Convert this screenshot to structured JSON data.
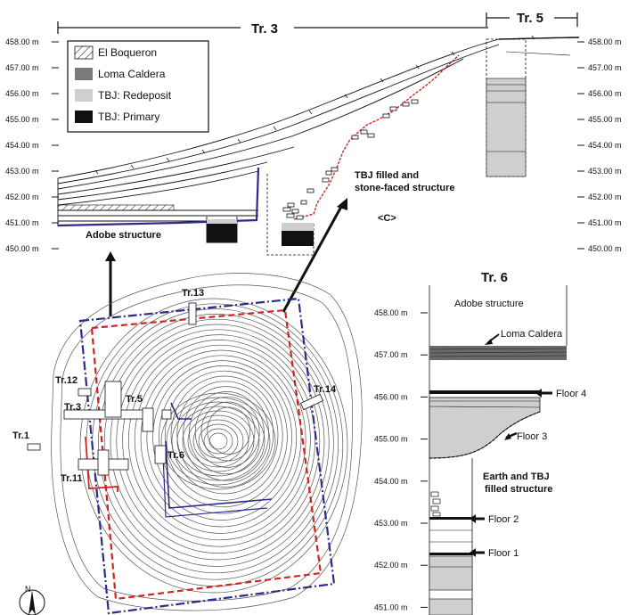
{
  "headers": {
    "tr3": "Tr. 3",
    "tr5": "Tr. 5",
    "tr6": "Tr. 6"
  },
  "legend": [
    {
      "label": "El Boqueron",
      "fill": "hatch"
    },
    {
      "label": "Loma Caldera",
      "fill": "#7a7a7a"
    },
    {
      "label": "TBJ: Redeposit",
      "fill": "#cfcfcf"
    },
    {
      "label": "TBJ: Primary",
      "fill": "#111111"
    }
  ],
  "elevations_top": [
    "458.00 m",
    "457.00 m",
    "456.00 m",
    "455.00 m",
    "454.00 m",
    "453.00 m",
    "452.00 m",
    "451.00 m",
    "450.00 m"
  ],
  "elevations_tr6": [
    "458.00 m",
    "457.00 m",
    "456.00 m",
    "455.00 m",
    "454.00 m",
    "453.00 m",
    "452.00 m",
    "451.00 m"
  ],
  "annotations": {
    "adobe_structure": "Adobe structure",
    "tbj_filled_line1": "TBJ filled and",
    "tbj_filled_line2": "stone-faced structure",
    "section_c": "<C>",
    "tr6_adobe": "Adobe structure",
    "loma_caldera": "Loma Caldera",
    "floor4": "Floor 4",
    "floor3": "Floor 3",
    "earth_line1": "Earth and TBJ",
    "earth_line2": "filled structure",
    "floor2": "Floor 2",
    "floor1": "Floor 1"
  },
  "trench_labels": {
    "tr1": "Tr.1",
    "tr3": "Tr.3",
    "tr5": "Tr.5",
    "tr6": "Tr.6",
    "tr11": "Tr.11",
    "tr12": "Tr.12",
    "tr13": "Tr.13",
    "tr14": "Tr.14"
  },
  "north_label": "N",
  "colors": {
    "adobe_line": "#2b2b8c",
    "stone_line": "#d42020",
    "plan_outer": "#2b2b8c",
    "plan_inner": "#d42020"
  }
}
